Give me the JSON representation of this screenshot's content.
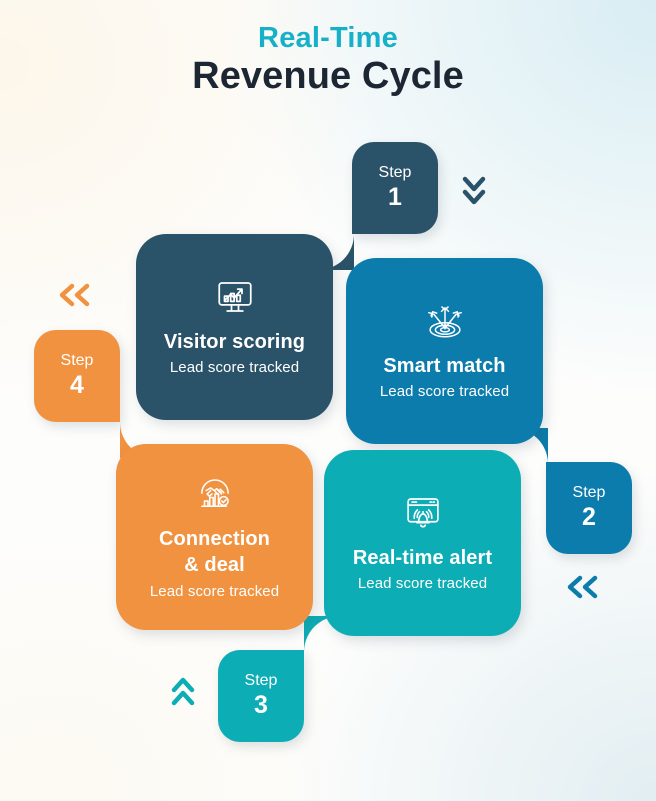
{
  "header": {
    "title_top": "Real-Time",
    "title_main": "Revenue Cycle",
    "title_top_color": "#16b0c9",
    "title_main_color": "#1d2733"
  },
  "colors": {
    "step1": "#2a5268",
    "step2": "#0b7cab",
    "step3": "#0cadb5",
    "step4": "#f0923f",
    "background": "#fdfdfc"
  },
  "steps": [
    {
      "tab_word": "Step",
      "tab_number": "1",
      "title": "Visitor scoring",
      "subtitle": "Lead score tracked",
      "icon": "monitor-chart-growth-icon",
      "color": "#2a5268",
      "tab_corner": "top-right"
    },
    {
      "tab_word": "Step",
      "tab_number": "2",
      "title": "Smart match",
      "subtitle": "Lead score tracked",
      "icon": "target-arrows-icon",
      "color": "#0b7cab",
      "tab_corner": "bottom-right"
    },
    {
      "tab_word": "Step",
      "tab_number": "3",
      "title": "Real-time alert",
      "subtitle": "Lead score tracked",
      "icon": "browser-bell-alert-icon",
      "color": "#0cadb5",
      "tab_corner": "bottom-left"
    },
    {
      "tab_word": "Step",
      "tab_number": "4",
      "title_line1": "Connection",
      "title_line2": "& deal",
      "subtitle": "Lead score tracked",
      "icon": "handshake-chart-check-icon",
      "color": "#f0923f",
      "tab_corner": "top-left"
    }
  ],
  "arrows": [
    {
      "name": "chevron-down-icon",
      "direction": "down",
      "color": "#2a5268"
    },
    {
      "name": "chevron-left-icon",
      "direction": "left",
      "color": "#0b7cab"
    },
    {
      "name": "chevron-up-icon",
      "direction": "up",
      "color": "#0cadb5"
    },
    {
      "name": "chevron-left-icon",
      "direction": "left",
      "color": "#f0923f"
    }
  ]
}
